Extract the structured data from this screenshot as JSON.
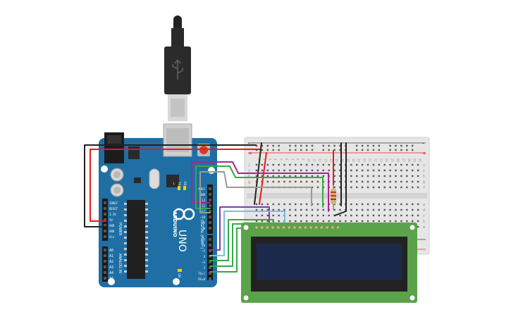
{
  "arduino": {
    "brand": "ARDUINO",
    "model": "UNO",
    "power_label": "POWER",
    "analog_label": "ANALOG IN",
    "digital_label": "DIGITAL (PWM~)",
    "power_pins": [
      "IOREF",
      "RESET",
      "3.3V",
      "5V",
      "GND",
      "GND",
      "Vin"
    ],
    "analog_pins": [
      "A0",
      "A1",
      "A2",
      "A3",
      "A4",
      "A5"
    ],
    "top_digital_pins": [
      "AREF",
      "GND",
      "13",
      "12",
      "~11",
      "~10",
      "~9",
      "8"
    ],
    "bottom_digital_pins": [
      "7",
      "~6",
      "~5",
      "4",
      "~3",
      "2",
      "TX▸1",
      "RX◂0"
    ],
    "led_labels": [
      "TX",
      "RX"
    ],
    "on_label": "ON",
    "l_label": "L"
  },
  "breadboard": {
    "row_letters_top": [
      "j",
      "i",
      "h",
      "g",
      "f"
    ],
    "row_letters_bottom": [
      "e",
      "d",
      "c",
      "b",
      "a"
    ],
    "rail_plus": "+",
    "rail_minus": "-",
    "column_numbers": [
      "1",
      "2",
      "3",
      "4",
      "5",
      "6",
      "7",
      "8",
      "9",
      "10",
      "11",
      "12",
      "13",
      "14",
      "15",
      "16",
      "17",
      "18",
      "19",
      "20",
      "21",
      "22",
      "23",
      "24",
      "25",
      "26",
      "27",
      "28",
      "29",
      "30"
    ]
  },
  "lcd": {
    "pin_count": 16
  },
  "colors": {
    "board": "#1f6fa4",
    "breadboard": "#e6e6e6",
    "lcd_pcb": "#5aa34a",
    "lcd_screen": "#1b2a4a",
    "wire_red": "#e31b1b",
    "wire_black": "#222222",
    "wire_green": "#35a845",
    "wire_magenta": "#b0228f",
    "wire_grey": "#9a9a9a",
    "wire_purple": "#7a3ea8",
    "wire_cyan": "#6cc6d6"
  },
  "icons": [
    "usb-cable-icon",
    "usb-symbol-icon",
    "reset-button-icon",
    "resistor-icon"
  ]
}
